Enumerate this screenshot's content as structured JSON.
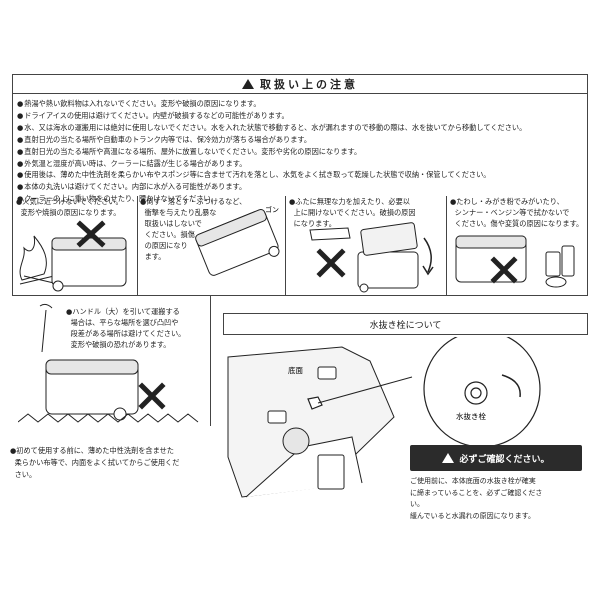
{
  "header": {
    "title": "取扱い上の注意"
  },
  "rules": [
    "熱湯や熱い飲料物は入れないでください。変形や破損の原因になります。",
    "ドライアイスの使用は避けてください。内壁が破損するなどの可能性があります。",
    "水、又は海水の運搬用には絶対に使用しないでください。水を入れた状態で移動すると、水が漏れますので移動の際は、水を抜いてから移動してください。",
    "直射日光の当たる場所や自動車のトランク内等では、保冷効力が落ちる場合があります。",
    "直射日光の当たる場所や高温になる場所、屋外に放置しないでください。変形や劣化の原因になります。",
    "外気温と湿度が高い時は、クーラーに結露が生じる場合があります。",
    "使用後は、薄めた中性洗剤を柔らかい布やスポンジ等に含ませて汚れを落とし、水気をよく拭き取って乾燥した状態で収納・保管してください。",
    "本体の丸洗いは避けてください。内部に水が入る可能性があります。",
    "クーラーの上に重い物をのせたり、腰かけないでください。"
  ],
  "cautions": {
    "fire": "●火気に近づけないでください。\n  変形や焼損の原因になります。",
    "drop": "●倒す・落とす・ぶつけるなど、\n  衝撃を与えたり乱暴な\n  取扱いはしないで\n  ください。損傷\n  の原因になり\n  ます。",
    "lid": "●ふたに無理な力を加えたり、必要以\n  上に開けないでください。破損の原因\n  になります。",
    "brush": "●たわし・みがき粉でみがいたり、\n  シンナー・ベンジン等で拭かないで\n  ください。傷や変質の原因になります。",
    "handle": "●ハンドル（大）を引いて運搬する\n  場合は、平らな場所を選び凸凹や\n  段差がある場所は避けてください。\n  変形や破損の恐れがあります。"
  },
  "first_use": "●初めて使用する前に、薄めた中性洗剤を含ませた\n  柔らかい布等で、内面をよく拭いてからご使用くだ\n  さい。",
  "drain": {
    "heading": "水抜き栓について",
    "bottom_label": "底面",
    "plug_label": "水抜き栓"
  },
  "confirm": {
    "heading": "必ずご確認ください。",
    "body": "ご使用前に、本体底面の水抜き栓が確実\nに締まっていることを、必ずご確認くださ\nい。\n緩んでいると水漏れの原因になります。"
  },
  "icons": [
    "warning-icon",
    "fire-icon",
    "x-mark-icon",
    "cooler-icon",
    "thinner-can-icon",
    "arrow-icon",
    "drain-plug-icon"
  ]
}
